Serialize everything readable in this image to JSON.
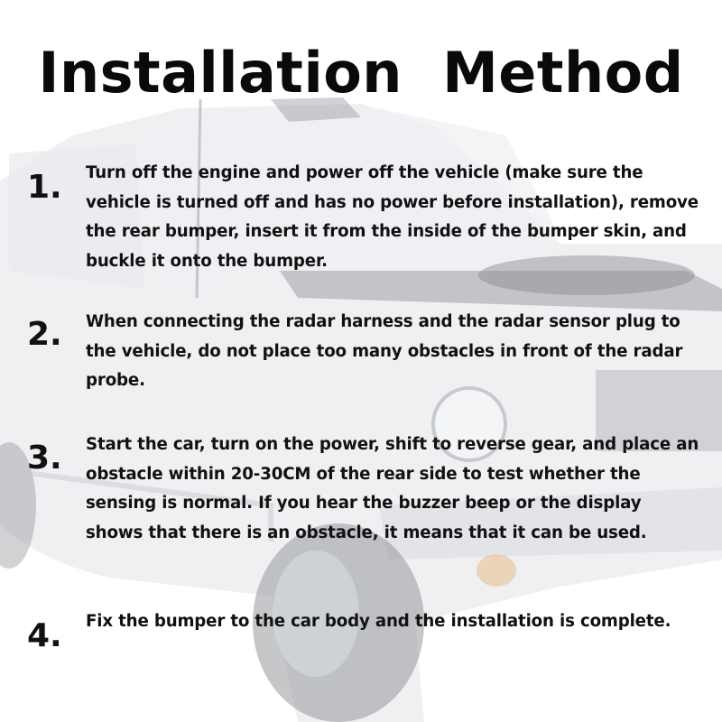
{
  "title": "Installation  Method",
  "steps": [
    {
      "number": "1.",
      "text": "Turn off the engine and power off the vehicle (make sure the vehicle is turned off and has no power before installation), remove the rear bumper, insert it from the inside of the bumper skin, and buckle it onto the bumper."
    },
    {
      "number": "2.",
      "text": "When connecting the radar harness and the radar sensor plug to the vehicle, do not place too many obstacles in front of the radar probe."
    },
    {
      "number": "3.",
      "text": "Start the car, turn on the power, shift to reverse gear, and place an obstacle within 20-30CM of the rear side to test whether the sensing is normal. If you hear the buzzer beep or the display shows that there is an obstacle, it means that it can be used."
    },
    {
      "number": "4.",
      "text": "Fix the bumper to the car body and the installation is complete."
    }
  ],
  "colors": {
    "text": "#111111",
    "car_body": "#c9ccd3",
    "stripe": "#2f3340"
  }
}
